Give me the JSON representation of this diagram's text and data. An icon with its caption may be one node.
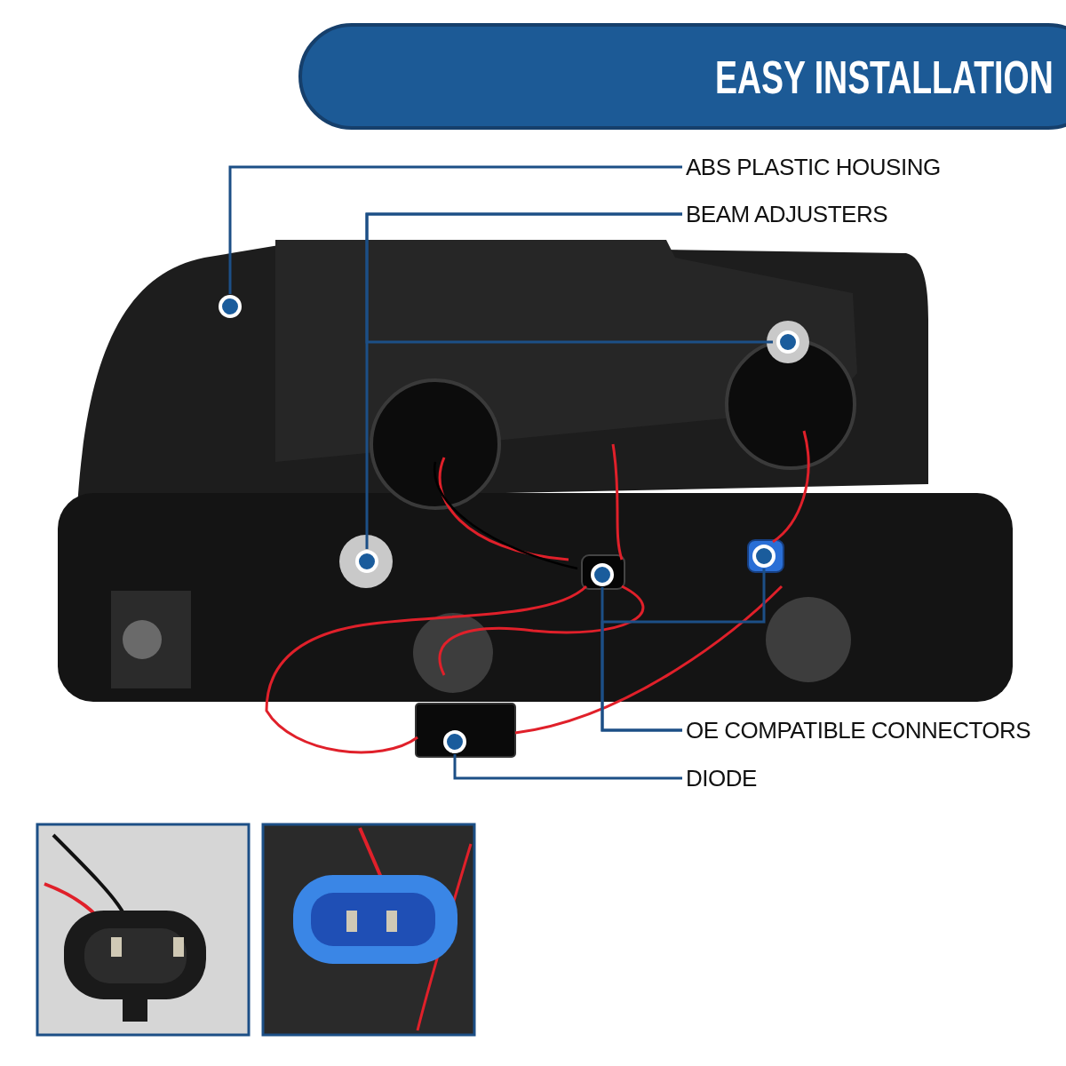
{
  "diagram": {
    "title": "EASY INSTALLATION",
    "nodes": [
      {
        "text": [
          "ABS PLASTIC HOUSING"
        ]
      },
      {
        "text": [],
        "shape": "circle"
      },
      {
        "text": [
          "BEAM ADJUSTERS"
        ]
      },
      {
        "text": [],
        "shape": "circle"
      },
      {
        "text": [],
        "shape": "circle"
      },
      {
        "text": [
          "OE COMPATIBLE CONNECTORS"
        ]
      },
      {
        "text": [],
        "shape": "circle"
      },
      {
        "text": [],
        "shape": "circle"
      },
      {
        "text": [
          "DIODE"
        ]
      },
      {
        "text": [],
        "shape": "circle"
      }
    ],
    "edges": [
      {
        "from": 0,
        "to": 1,
        "arrow": "none"
      },
      {
        "from": 2,
        "to": 3,
        "arrow": "none"
      },
      {
        "from": 2,
        "to": 4,
        "arrow": "none"
      },
      {
        "from": 5,
        "to": 6,
        "arrow": "none"
      },
      {
        "from": 5,
        "to": 7,
        "arrow": "none"
      },
      {
        "from": 8,
        "to": 9,
        "arrow": "none"
      }
    ]
  }
}
